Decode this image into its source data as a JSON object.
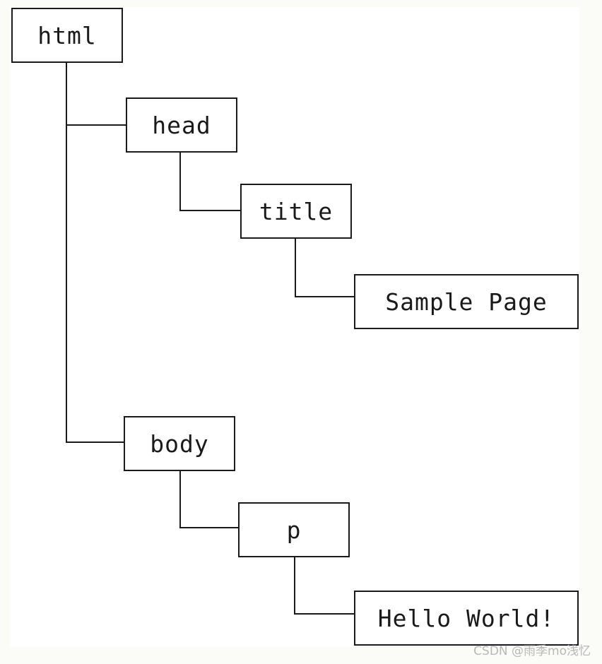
{
  "diagram": {
    "nodes": {
      "html": "html",
      "head": "head",
      "title": "title",
      "sample_page": "Sample Page",
      "body": "body",
      "p": "p",
      "hello_world": "Hello World!"
    },
    "edges": [
      [
        "html",
        "head"
      ],
      [
        "head",
        "title"
      ],
      [
        "title",
        "sample_page"
      ],
      [
        "html",
        "body"
      ],
      [
        "body",
        "p"
      ],
      [
        "p",
        "hello_world"
      ]
    ],
    "line_color": "#1a1a1a",
    "box_border_color": "#1a1a1a"
  },
  "watermark": "CSDN @雨季mo浅忆"
}
